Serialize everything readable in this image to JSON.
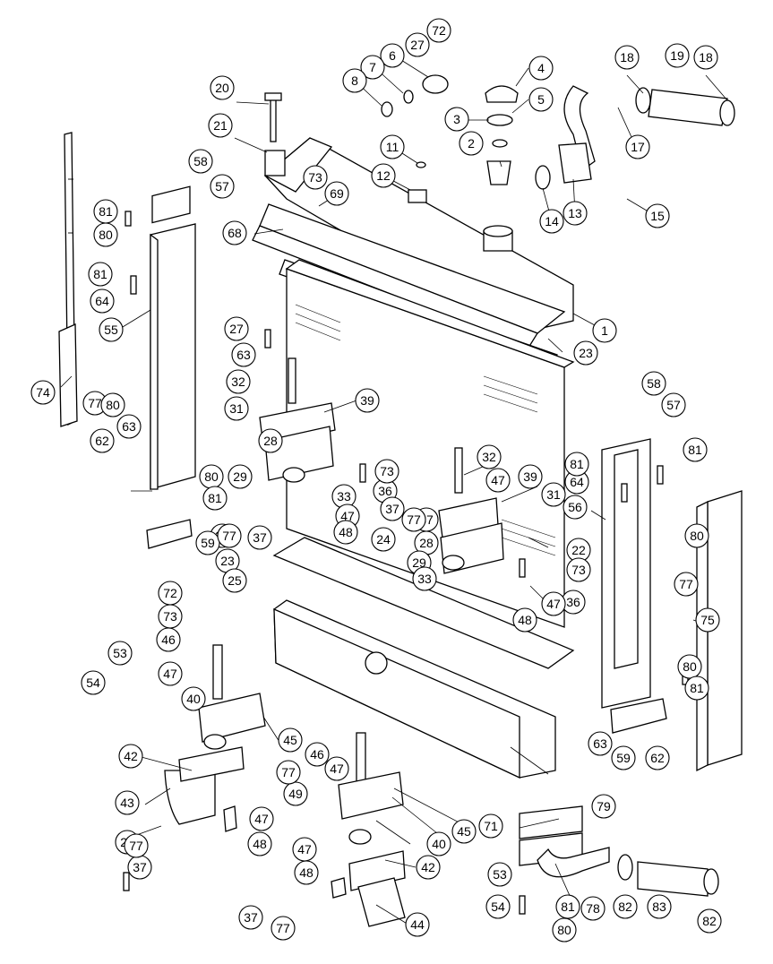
{
  "callouts": [
    "1",
    "2",
    "3",
    "4",
    "5",
    "6",
    "7",
    "8",
    "11",
    "12",
    "13",
    "14",
    "15",
    "17",
    "18",
    "18",
    "19",
    "20",
    "21",
    "22",
    "23",
    "23",
    "24",
    "25",
    "27",
    "27",
    "28",
    "28",
    "29",
    "29",
    "29",
    "29",
    "31",
    "31",
    "32",
    "32",
    "33",
    "33",
    "36",
    "36",
    "37",
    "37",
    "37",
    "37",
    "37",
    "39",
    "39",
    "40",
    "40",
    "42",
    "42",
    "43",
    "44",
    "45",
    "45",
    "46",
    "46",
    "47",
    "47",
    "47",
    "47",
    "47",
    "47",
    "47",
    "48",
    "48",
    "48",
    "48",
    "49",
    "53",
    "53",
    "54",
    "54",
    "55",
    "56",
    "57",
    "57",
    "58",
    "58",
    "59",
    "59",
    "62",
    "62",
    "63",
    "63",
    "63",
    "64",
    "64",
    "68",
    "69",
    "71",
    "72",
    "72",
    "73",
    "73",
    "73",
    "73",
    "74",
    "75",
    "77",
    "77",
    "77",
    "77",
    "77",
    "77",
    "77",
    "78",
    "79",
    "80",
    "80",
    "80",
    "80",
    "80",
    "80",
    "81",
    "81",
    "81",
    "81",
    "81",
    "81",
    "81",
    "82",
    "82",
    "83"
  ]
}
